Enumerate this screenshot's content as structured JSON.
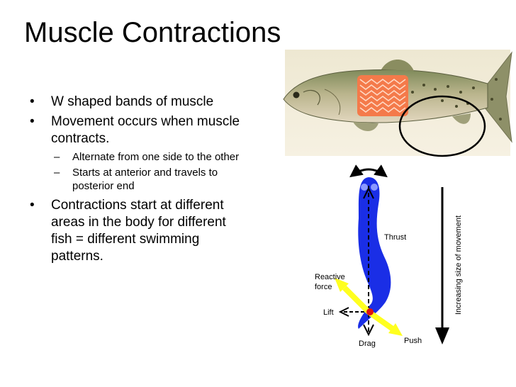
{
  "slide": {
    "title": "Muscle Contractions",
    "bullets": [
      "W shaped bands of muscle",
      "Movement occurs when muscle contracts.",
      "Contractions start at different areas in the body for different fish = different swimming patterns."
    ],
    "sub_bullets": [
      "Alternate from one side to the other",
      "Starts at anterior and travels to posterior end"
    ],
    "bullet_glyph": "•",
    "sub_bullet_glyph": "–"
  },
  "diagram": {
    "labels": {
      "thrust": "Thrust",
      "reactive": "Reactive",
      "force": "force",
      "lift": "Lift",
      "drag": "Drag",
      "push": "Push",
      "axis": "Increasing size of movement"
    },
    "colors": {
      "body": "#1a2ee6",
      "arrow": "#ffff1f",
      "muscle": "#f47a4a",
      "point": "#dd1111"
    }
  }
}
